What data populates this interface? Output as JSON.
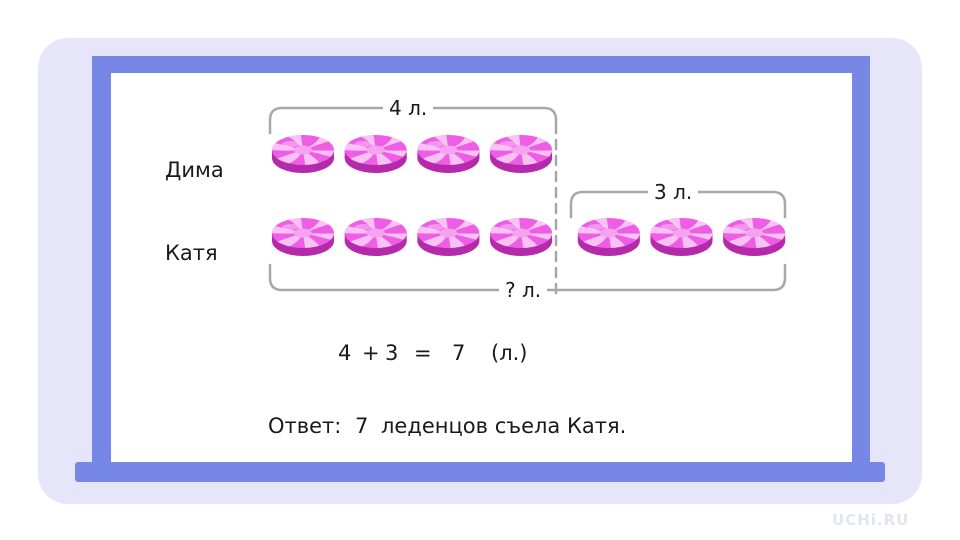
{
  "diagram": {
    "rows": [
      {
        "label": "Дима",
        "candy_count": 4
      },
      {
        "label": "Катя",
        "candy_count": 7
      }
    ],
    "brackets": {
      "dima_total": "4 л.",
      "katya_extra": "3 л.",
      "katya_total": "? л."
    },
    "candy_colors": {
      "light": "#f5a3ef",
      "main": "#ee5ee4",
      "dark": "#b42aab",
      "swirl": "#fbd2f7"
    },
    "bracket_color": "#a8a8a8"
  },
  "equation": {
    "left": "4",
    "plus": "+",
    "right": "3",
    "equals": "=",
    "result": "7",
    "unit": "(л.)"
  },
  "answer": {
    "prefix": "Ответ:",
    "number": "7",
    "text": "леденцов съела Катя."
  },
  "colors": {
    "outer_panel": "#e7e5fa",
    "board_frame": "#7787e6",
    "board_surface": "#ffffff"
  },
  "brand": {
    "watermark": "UCHi.RU"
  }
}
